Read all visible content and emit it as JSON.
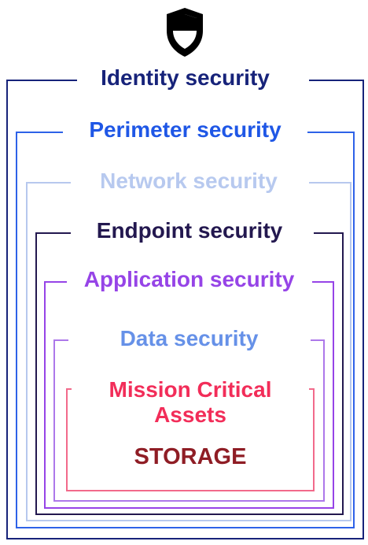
{
  "diagram": {
    "icon": "shield-icon",
    "layers": {
      "identity": {
        "label": "Identity security",
        "color": "#17237a"
      },
      "perimeter": {
        "label": "Perimeter security",
        "color": "#1f57e6"
      },
      "network": {
        "label": "Network security",
        "color": "#b7c9ef"
      },
      "endpoint": {
        "label": "Endpoint security",
        "color": "#23184f"
      },
      "application": {
        "label": "Application security",
        "color": "#9644e7"
      },
      "data": {
        "label": "Data security",
        "color": "#6691e8"
      },
      "mission": {
        "label_line1": "Mission Critical",
        "label_line2": "Assets",
        "color": "#f22d59"
      },
      "storage": {
        "label": "STORAGE",
        "color": "#8f1d25"
      }
    }
  }
}
